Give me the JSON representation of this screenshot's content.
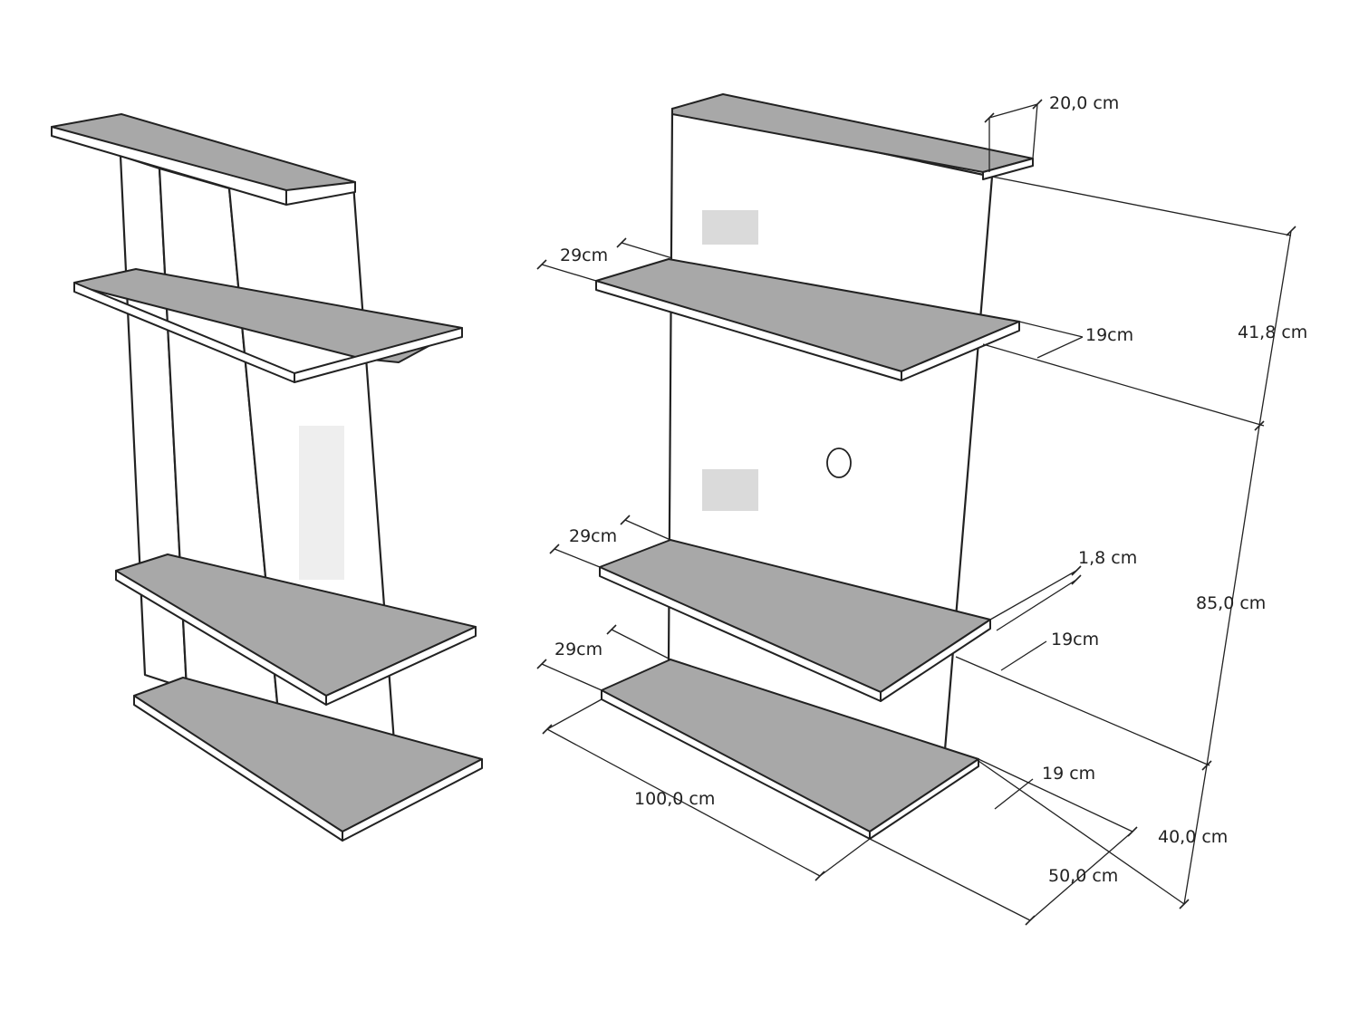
{
  "dimensions": {
    "top_depth": "20,0 cm",
    "upper_section_height": "41,8 cm",
    "shelf1_width": "29cm",
    "shelf1_depth": "19cm",
    "shelf2_width": "29cm",
    "thickness": "1,8 cm",
    "total_height": "85,0 cm",
    "shelf2_depth": "19cm",
    "shelf3_width": "29cm",
    "shelf3_depth": "19 cm",
    "width": "100,0 cm",
    "lower_section_height": "40,0 cm",
    "base_depth": "50,0 cm"
  },
  "colors": {
    "shelf_top": "#a8a8a8",
    "line": "#222222",
    "background": "#ffffff"
  }
}
